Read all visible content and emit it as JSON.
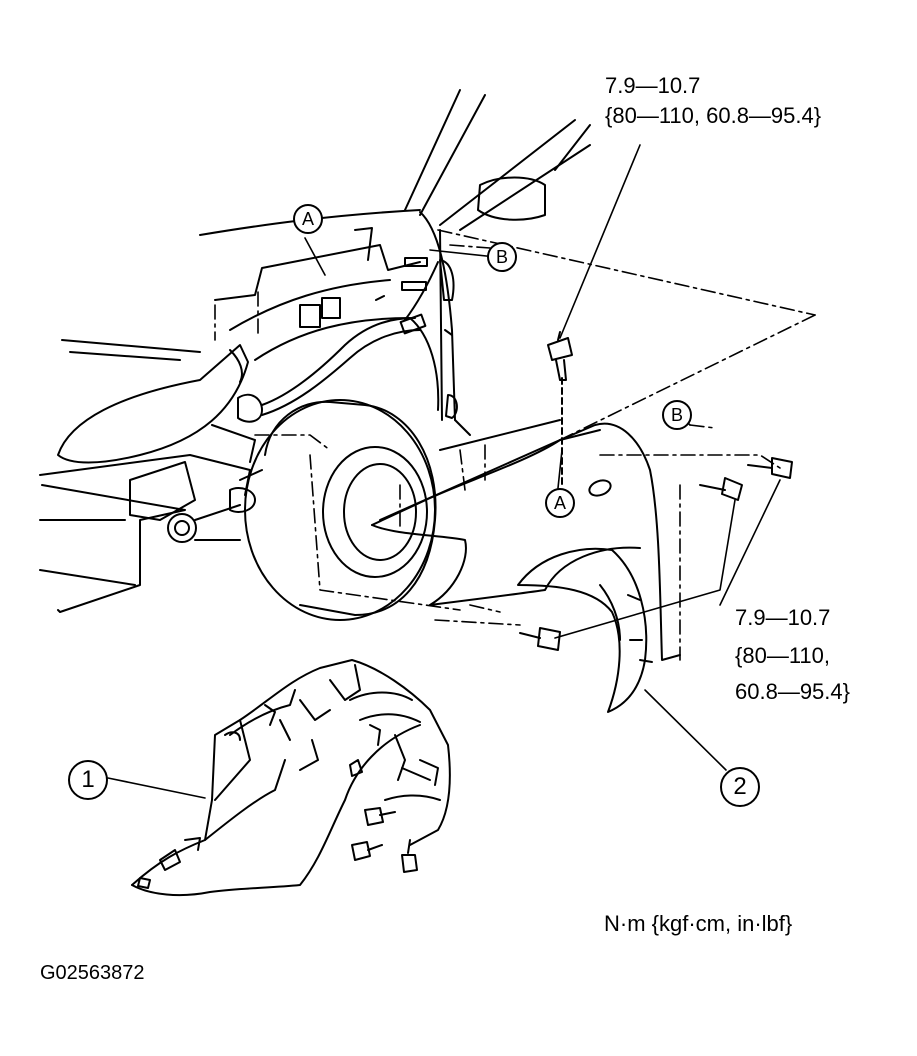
{
  "torque_upper": {
    "line1": "7.9—10.7",
    "line2": "{80—110, 60.8—95.4}"
  },
  "torque_right": {
    "line1": "7.9—10.7",
    "line2": "{80—110,",
    "line3": "60.8—95.4}"
  },
  "units_note": "N·m {kgf·cm, in·lbf}",
  "figure_code": "G02563872",
  "callouts": {
    "part_1": "1",
    "part_2": "2",
    "ref_a": "A",
    "ref_b": "B"
  }
}
